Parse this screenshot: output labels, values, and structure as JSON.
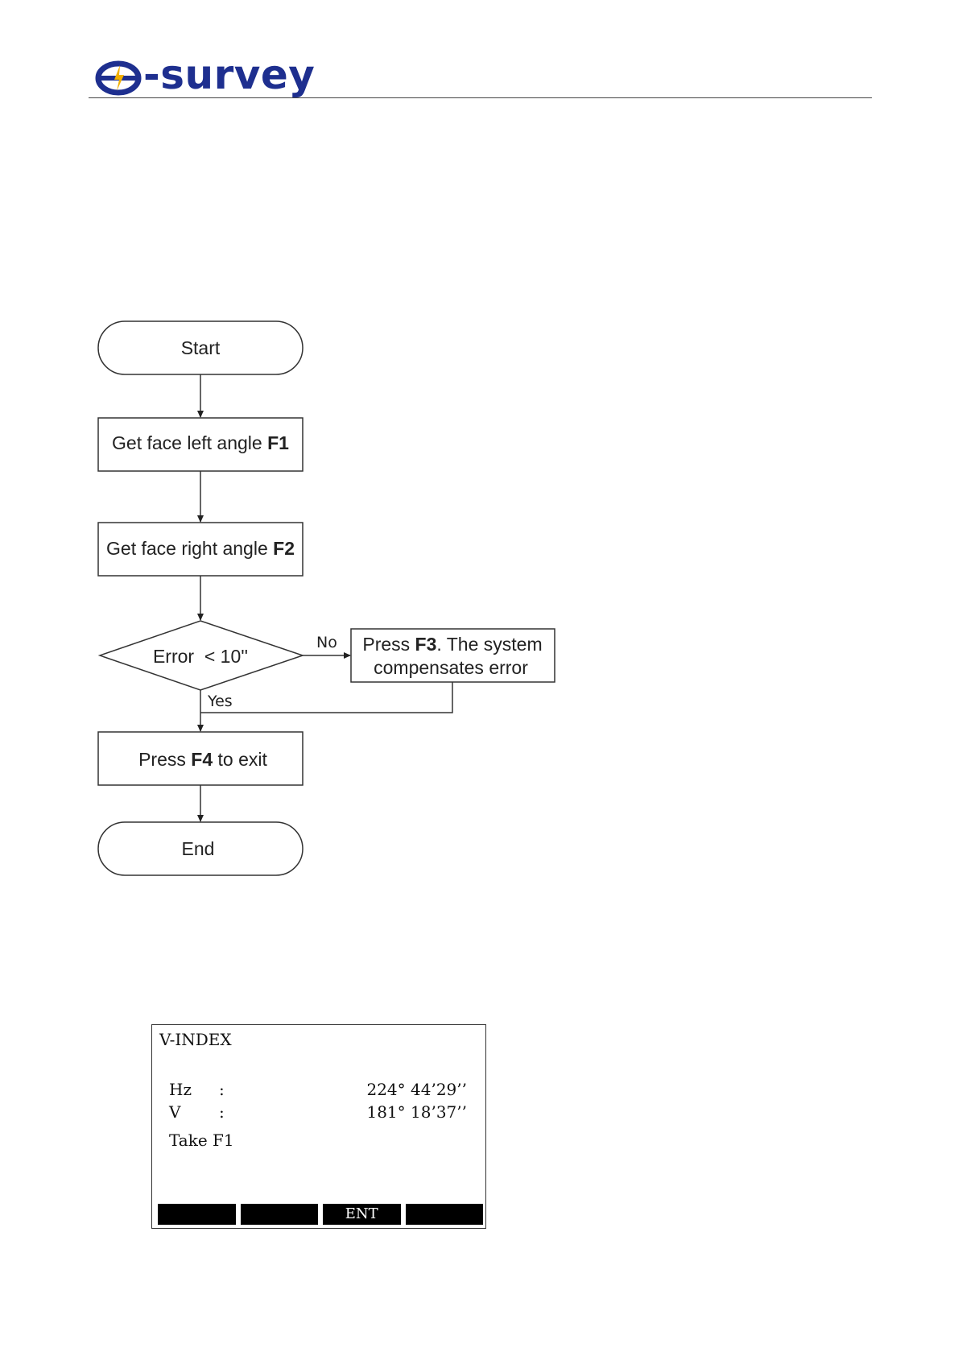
{
  "header": {
    "brand": "-survey"
  },
  "flowchart": {
    "start": "Start",
    "step1": {
      "text": "Get face left angle ",
      "key": "F1"
    },
    "step2": {
      "text": "Get face right angle ",
      "key": "F2"
    },
    "decision": "Error  < 10''",
    "no_label": "No",
    "yes_label": "Yes",
    "branch": {
      "pre": "Press ",
      "key": "F3",
      "post": ". The system",
      "line2": "compensates error"
    },
    "step3": {
      "pre": "Press ",
      "key": "F4",
      "post": " to exit"
    },
    "end": "End"
  },
  "lcd": {
    "title": "V-INDEX",
    "rows": [
      {
        "label": "Hz",
        "colon": ":",
        "value": "224° 44’29’’"
      },
      {
        "label": "V",
        "colon": ":",
        "value": "181° 18’37’’"
      }
    ],
    "prompt": "Take F1",
    "softkeys": [
      "",
      "",
      "ENT",
      ""
    ]
  }
}
